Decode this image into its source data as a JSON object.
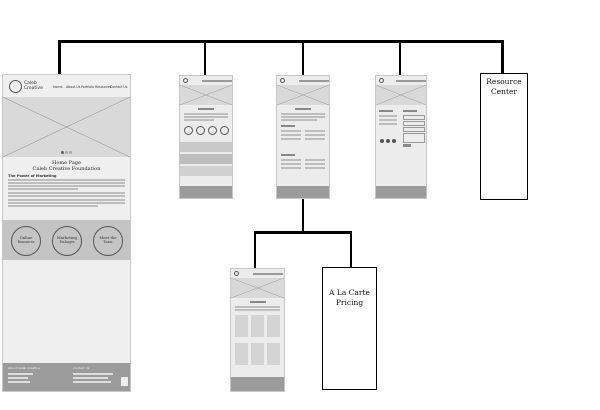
{
  "home": {
    "logo_text": "Caleb Creative",
    "nav": [
      "Home",
      "About Us",
      "Portfolio",
      "Resources",
      "Contact Us"
    ],
    "hero_title": "Home Page",
    "hero_subtitle": "Caleb Creative Foundation",
    "section_heading": "The Power of Marketing",
    "circles": [
      {
        "line1": "Online",
        "line2": "Resources"
      },
      {
        "line1": "Marketing",
        "line2": "Packages"
      },
      {
        "line1": "Meet the",
        "line2": "Team"
      }
    ],
    "footer_left": "About Caleb Creative",
    "footer_right": "Contact Us"
  },
  "pages": {
    "resource_center": "Resource Center",
    "a_la_carte_pricing": "A La Carte Pricing"
  }
}
